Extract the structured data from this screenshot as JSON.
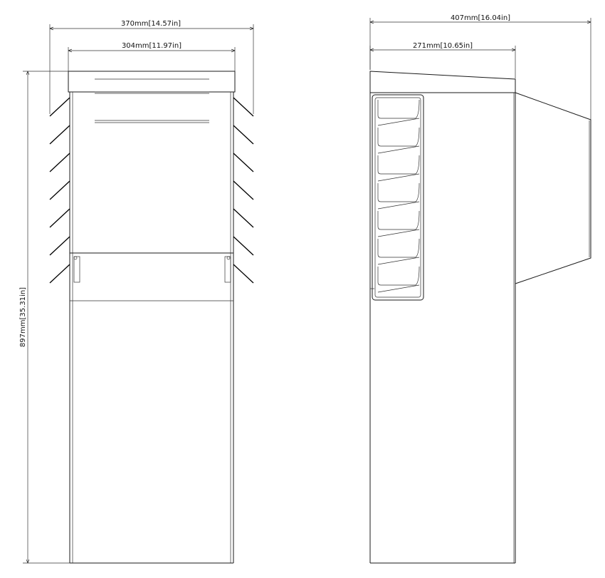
{
  "dimensions": {
    "front_outer_width": "370mm",
    "front_outer_width_in": "[14.57in]",
    "front_inner_width": "304mm",
    "front_inner_width_in": "[11.97in]",
    "overall_height": "897mm",
    "overall_height_in": "[35.31in]",
    "side_total_depth": "407mm",
    "side_total_depth_in": "[16.04in]",
    "side_body_depth": "271mm",
    "side_body_depth_in": "[10.65in]"
  },
  "colors": {
    "line": "#1a1a1a",
    "background": "#ffffff"
  }
}
